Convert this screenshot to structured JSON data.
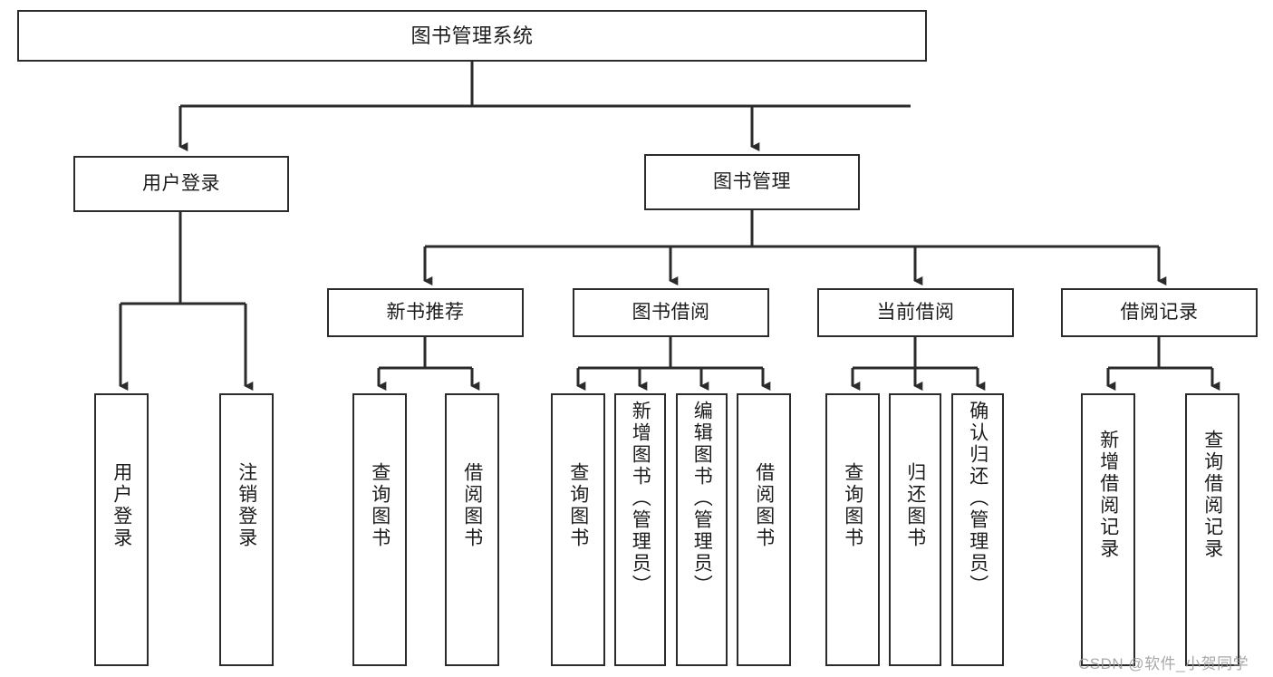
{
  "diagram": {
    "title": "图书管理系统",
    "type": "功能结构图",
    "root": {
      "label": "图书管理系统"
    },
    "level1": [
      {
        "label": "用户登录"
      },
      {
        "label": "图书管理"
      }
    ],
    "level2": [
      {
        "label": "新书推荐"
      },
      {
        "label": "图书借阅"
      },
      {
        "label": "当前借阅"
      },
      {
        "label": "借阅记录"
      }
    ],
    "leaves": {
      "user_login": [
        {
          "label": "用户登录"
        },
        {
          "label": "注销登录"
        }
      ],
      "new_book_recommend": [
        {
          "label": "查询图书"
        },
        {
          "label": "借阅图书"
        }
      ],
      "book_borrow": [
        {
          "label": "查询图书"
        },
        {
          "label": "新增图书（管理员）"
        },
        {
          "label": "编辑图书（管理员）"
        },
        {
          "label": "借阅图书"
        }
      ],
      "current_borrow": [
        {
          "label": "查询图书"
        },
        {
          "label": "归还图书"
        },
        {
          "label": "确认归还（管理员）"
        }
      ],
      "borrow_record": [
        {
          "label": "新增借阅记录"
        },
        {
          "label": "查询借阅记录"
        }
      ]
    }
  },
  "watermark": {
    "text": "CSDN @软件_小贺同学"
  },
  "colors": {
    "stroke": "#2b2b2b",
    "background": "#ffffff",
    "text": "#1c1c1c",
    "watermark": "#9a9a9a"
  }
}
